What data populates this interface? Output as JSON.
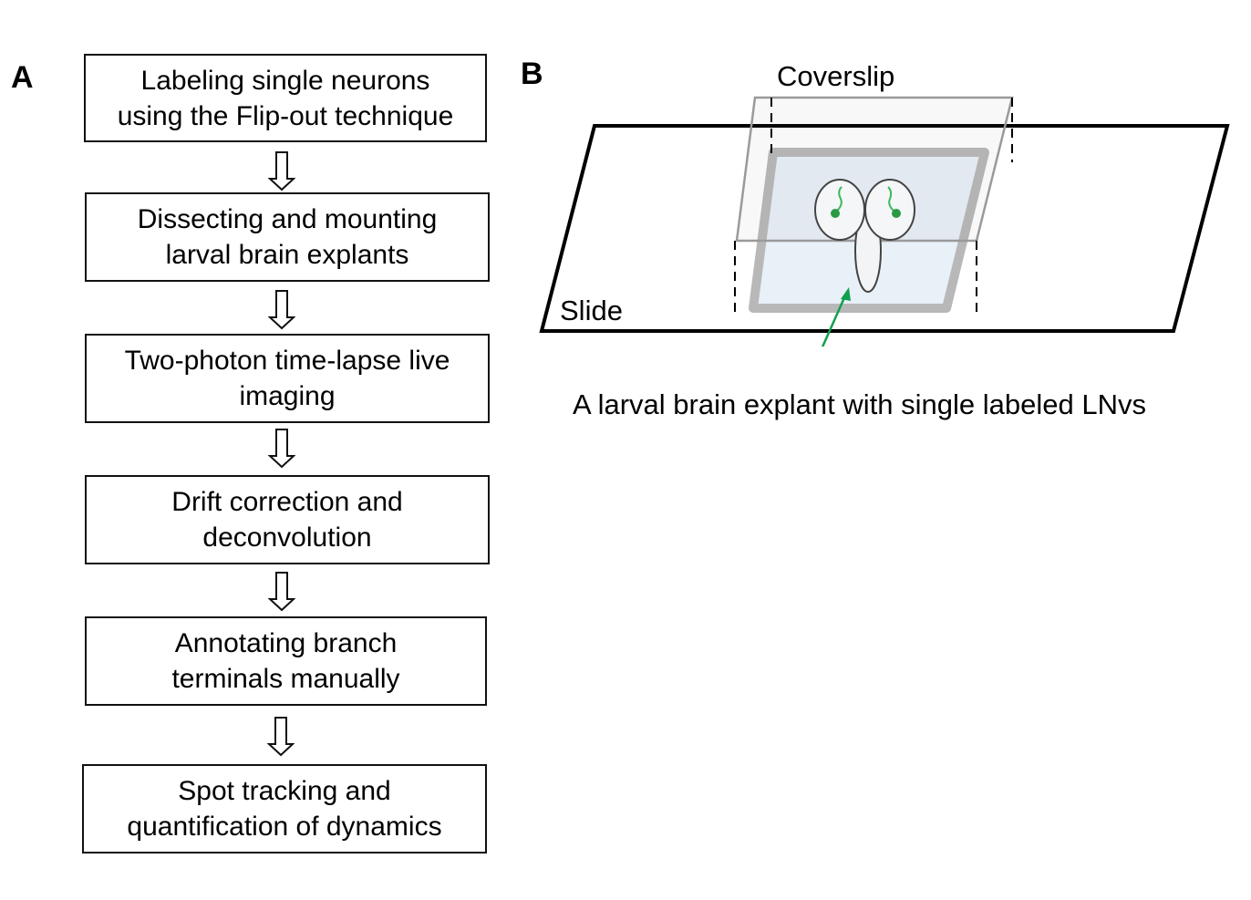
{
  "panel_a": {
    "label": "A",
    "steps": [
      {
        "text": "Labeling single neurons\nusing the Flip-out technique"
      },
      {
        "text": "Dissecting and mounting\nlarval brain explants"
      },
      {
        "text": "Two-photon time-lapse live\nimaging"
      },
      {
        "text": "Drift correction and\ndeconvolution"
      },
      {
        "text": "Annotating branch\nterminals manually"
      },
      {
        "text": "Spot tracking and\nquantification of dynamics"
      }
    ],
    "arrow_icon": "hollow-down-arrow"
  },
  "panel_b": {
    "label": "B",
    "coverslip_label": "Coverslip",
    "slide_label": "Slide",
    "explant_caption": "A larval brain explant with single labeled LNvs",
    "colors": {
      "slide_outline": "#000000",
      "coverslip_outline": "#9a9a9a",
      "mount_frame": "#b8b8b8",
      "mount_fill": "#e8f0f8",
      "neuron_green": "#2eaa4a",
      "pointer_arrow": "#10a050"
    }
  }
}
